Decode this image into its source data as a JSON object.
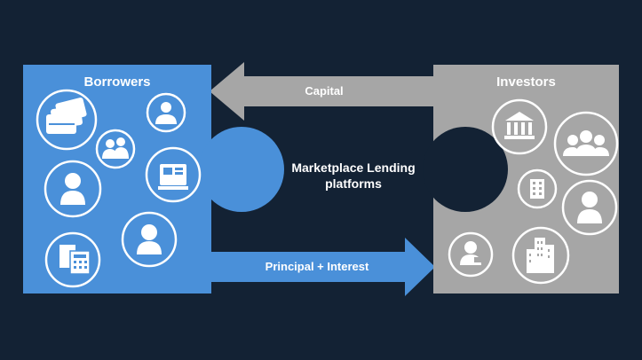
{
  "borrowers": {
    "title": "Borrowers",
    "icons": [
      "credit-cards-icon",
      "businessman-icon",
      "couple-icon",
      "woman-icon",
      "cash-register-icon",
      "calculator-documents-icon",
      "user-silhouette-icon"
    ]
  },
  "investors": {
    "title": "Investors",
    "icons": [
      "bank-icon",
      "group-icon",
      "office-building-icon",
      "businesswoman-icon",
      "presenter-icon",
      "city-buildings-icon"
    ]
  },
  "platform": {
    "line1": "Marketplace Lending",
    "line2": "platforms"
  },
  "flows": {
    "capital": "Capital",
    "repayment": "Principal + Interest"
  },
  "colors": {
    "background": "#132234",
    "borrowers": "#4a90d9",
    "investors": "#a6a6a6",
    "capital_arrow": "#a6a6a6",
    "repayment_arrow": "#4a90d9"
  }
}
